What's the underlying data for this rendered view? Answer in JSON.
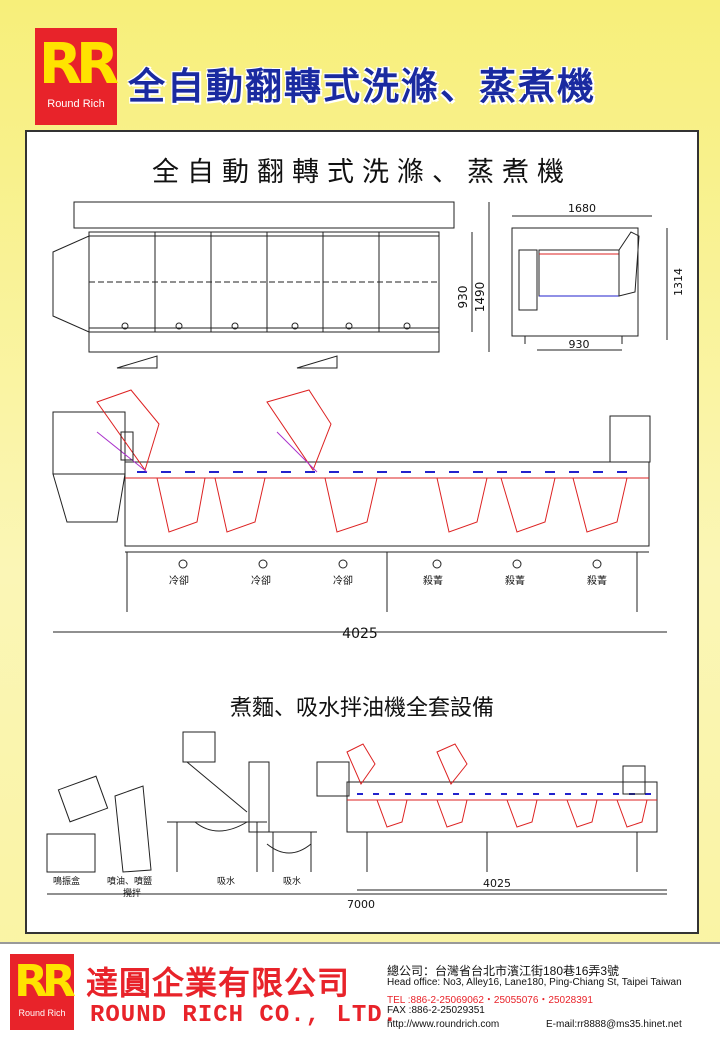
{
  "header": {
    "logo_mark": "RR",
    "logo_caption": "Round Rich",
    "title": "全自動翻轉式洗滌、蒸煮機"
  },
  "drawing": {
    "title": "全自動翻轉式洗滌、蒸煮機",
    "dims": {
      "top_width": "1680",
      "side_height_a": "930",
      "side_height_b": "1490",
      "end_height": "1314",
      "end_width": "930",
      "main_length": "4025",
      "set_length": "7000",
      "set_sub_length": "4025"
    },
    "zone_labels": [
      "冷卻",
      "冷卻",
      "冷卻",
      "殺菁",
      "殺菁",
      "殺菁"
    ],
    "subtitle": "煮麵、吸水拌油機全套設備",
    "set_labels": [
      "鳴振盒",
      "噴油、噴鹽",
      "攪拌",
      "吸水",
      "吸水"
    ]
  },
  "footer": {
    "logo_mark": "RR",
    "logo_caption": "Round Rich",
    "company_cn": "達圓企業有限公司",
    "company_en": "ROUND RICH CO., LTD.",
    "address_cn": "總公司：台灣省台北市濱江街180巷16弄3號",
    "address_en": "Head office: No3, Alley16, Lane180, Ping-Chiang St, Taipei Taiwan",
    "tel": "TEL :886-2-25069062・25055076・25028391",
    "fax": "FAX :886-2-25029351",
    "web": "http://www.roundrich.com",
    "email": "E-mail:rr8888@ms35.hinet.net"
  },
  "colors": {
    "brand_red": "#e8232a",
    "title_blue": "#1a2aa0",
    "logo_yellow": "#ffe300"
  }
}
